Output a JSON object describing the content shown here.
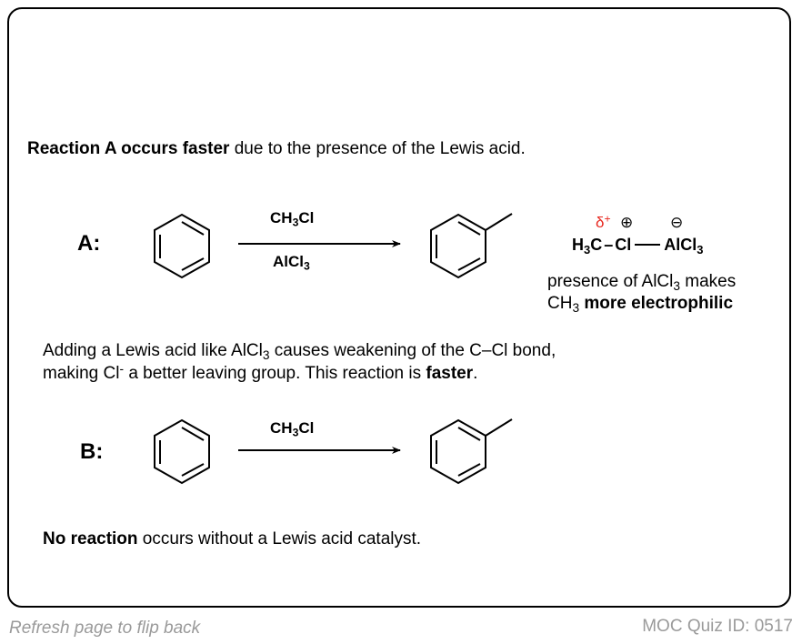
{
  "intro": {
    "bold": "Reaction A occurs faster",
    "rest": " due to the presence of the Lewis acid."
  },
  "reaction_a": {
    "label": "A:",
    "reagent_top": "CH3Cl",
    "reagent_bottom": "AlCl3",
    "complex": {
      "delta": "δ",
      "delta_sup": "+",
      "plus_charge": "⊕",
      "minus_charge": "⊖",
      "h3c": "H3C",
      "dash": "–",
      "cl": "Cl",
      "alcl3": "AlCl3"
    },
    "note_line1_a": "presence of AlCl",
    "note_line1_sub": "3",
    "note_line1_b": " makes",
    "note_line2_a": "CH",
    "note_line2_sub": "3",
    "note_line2_b": "more electrophilic"
  },
  "explanation": {
    "line1_a": "Adding a Lewis acid like AlCl",
    "line1_sub": "3",
    "line1_b": " causes weakening of the C–Cl bond,",
    "line2_a": "making Cl",
    "line2_sup": "-",
    "line2_b": " a better leaving group. This reaction is ",
    "line2_bold": "faster",
    "line2_end": "."
  },
  "reaction_b": {
    "label": "B:",
    "reagent_top": "CH3Cl"
  },
  "conclusion": {
    "bold": "No reaction",
    "rest": " occurs without a Lewis acid catalyst."
  },
  "footer": {
    "left": "Refresh page to flip back",
    "right": "MOC Quiz ID: 0517"
  }
}
